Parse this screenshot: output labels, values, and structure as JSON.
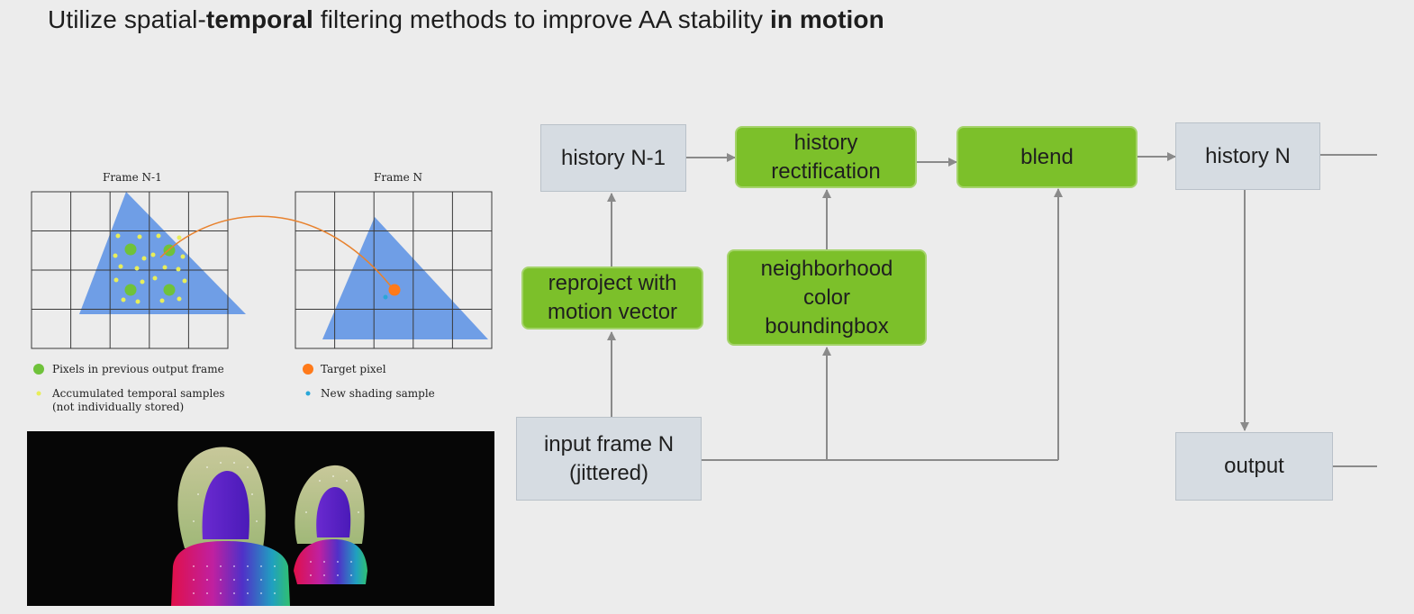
{
  "title": {
    "part1": "Utilize spatial-",
    "bold1": "temporal",
    "part2": " filtering methods to improve AA stability ",
    "bold2": "in motion"
  },
  "illustration": {
    "frame_prev_label": "Frame N-1",
    "frame_curr_label": "Frame N",
    "legend": {
      "pixels_prev": "Pixels in previous output frame",
      "accumulated": "Accumulated temporal samples",
      "accumulated_note": "(not individually stored)",
      "target_pixel": "Target pixel",
      "new_sample": "New shading sample"
    }
  },
  "flow": {
    "history_prev": "history N-1",
    "history_rect_line1": "history",
    "history_rect_line2": "rectification",
    "blend": "blend",
    "history_n": "history N",
    "reproject_line1": "reproject with",
    "reproject_line2": "motion vector",
    "neighborhood_line1": "neighborhood",
    "neighborhood_line2": "color",
    "neighborhood_line3": "boundingbox",
    "input_line1": "input frame N",
    "input_line2": "(jittered)",
    "output": "output"
  },
  "colors": {
    "green_box": "#7cc02a",
    "grey_box": "#d6dce2",
    "triangle": "#6f9ee6",
    "arrow": "#8a8a8a",
    "motion_arc": "#e8822e",
    "pixel_green": "#6fc23a",
    "target_orange": "#ff7a1a",
    "sample_blue": "#2aa7d8"
  }
}
